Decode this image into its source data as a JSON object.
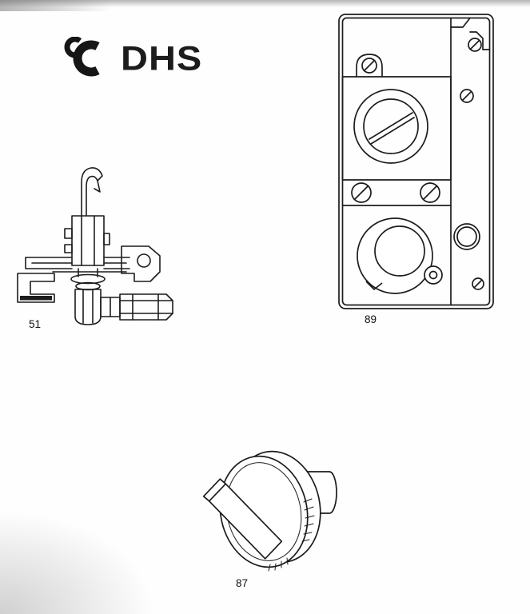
{
  "logo": {
    "text": "DHS"
  },
  "figures": [
    {
      "id": "part-51",
      "label": "51"
    },
    {
      "id": "part-89",
      "label": "89"
    },
    {
      "id": "part-87",
      "label": "87"
    }
  ],
  "colors": {
    "ink": "#1c1c1c",
    "paper": "#ffffff"
  }
}
